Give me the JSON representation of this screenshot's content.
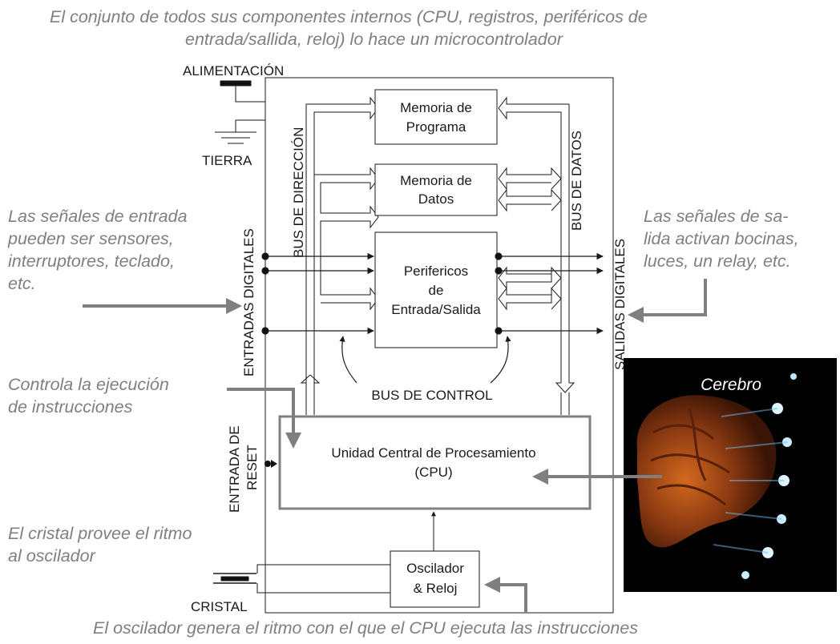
{
  "header_note": {
    "line1": "El conjunto de todos sus componentes  internos (CPU, registros, periféricos de",
    "line2": "entrada/sallida, reloj) lo hace un microcontrolador"
  },
  "power": {
    "alimentacion": "ALIMENTACIÓN",
    "tierra": "TIERRA"
  },
  "blocks": {
    "program_memory": [
      "Memoria de",
      "Programa"
    ],
    "data_memory": [
      "Memoria de",
      "Datos"
    ],
    "peripherals": [
      "Perifericos",
      "de",
      "Entrada/Salida"
    ],
    "cpu": [
      "Unidad Central de Procesamiento",
      "(CPU)"
    ],
    "oscillator": [
      "Oscilador",
      "& Reloj"
    ]
  },
  "buses": {
    "address": "BUS DE DIRECCIÓN",
    "data": "BUS DE DATOS",
    "control": "BUS DE CONTROL"
  },
  "io": {
    "digital_inputs": "ENTRADAS DIGITALES",
    "digital_outputs": "SALIDAS DIGITALES",
    "reset_input": [
      "ENTRADA DE",
      "RESET"
    ],
    "crystal": "CRISTAL"
  },
  "annotations": {
    "inputs": [
      "Las señales de entrada",
      "pueden ser sensores,",
      "interruptores, teclado,",
      "etc."
    ],
    "outputs": [
      "Las señales de sa-",
      "lida activan bocinas,",
      "luces, un relay, etc."
    ],
    "control": [
      "Controla la ejecución",
      "de instrucciones"
    ],
    "crystal": [
      "El cristal provee el ritmo",
      "al oscilador"
    ],
    "oscillator": "El oscilador genera el ritmo con el que el CPU ejecuta las instrucciones"
  },
  "brain_image": {
    "label": "Cerebro"
  },
  "colors": {
    "annotation_text": "#7f7f7f",
    "arrow": "#7f7f7f",
    "line": "#1a1a1a",
    "cpu_border": "#808080"
  }
}
